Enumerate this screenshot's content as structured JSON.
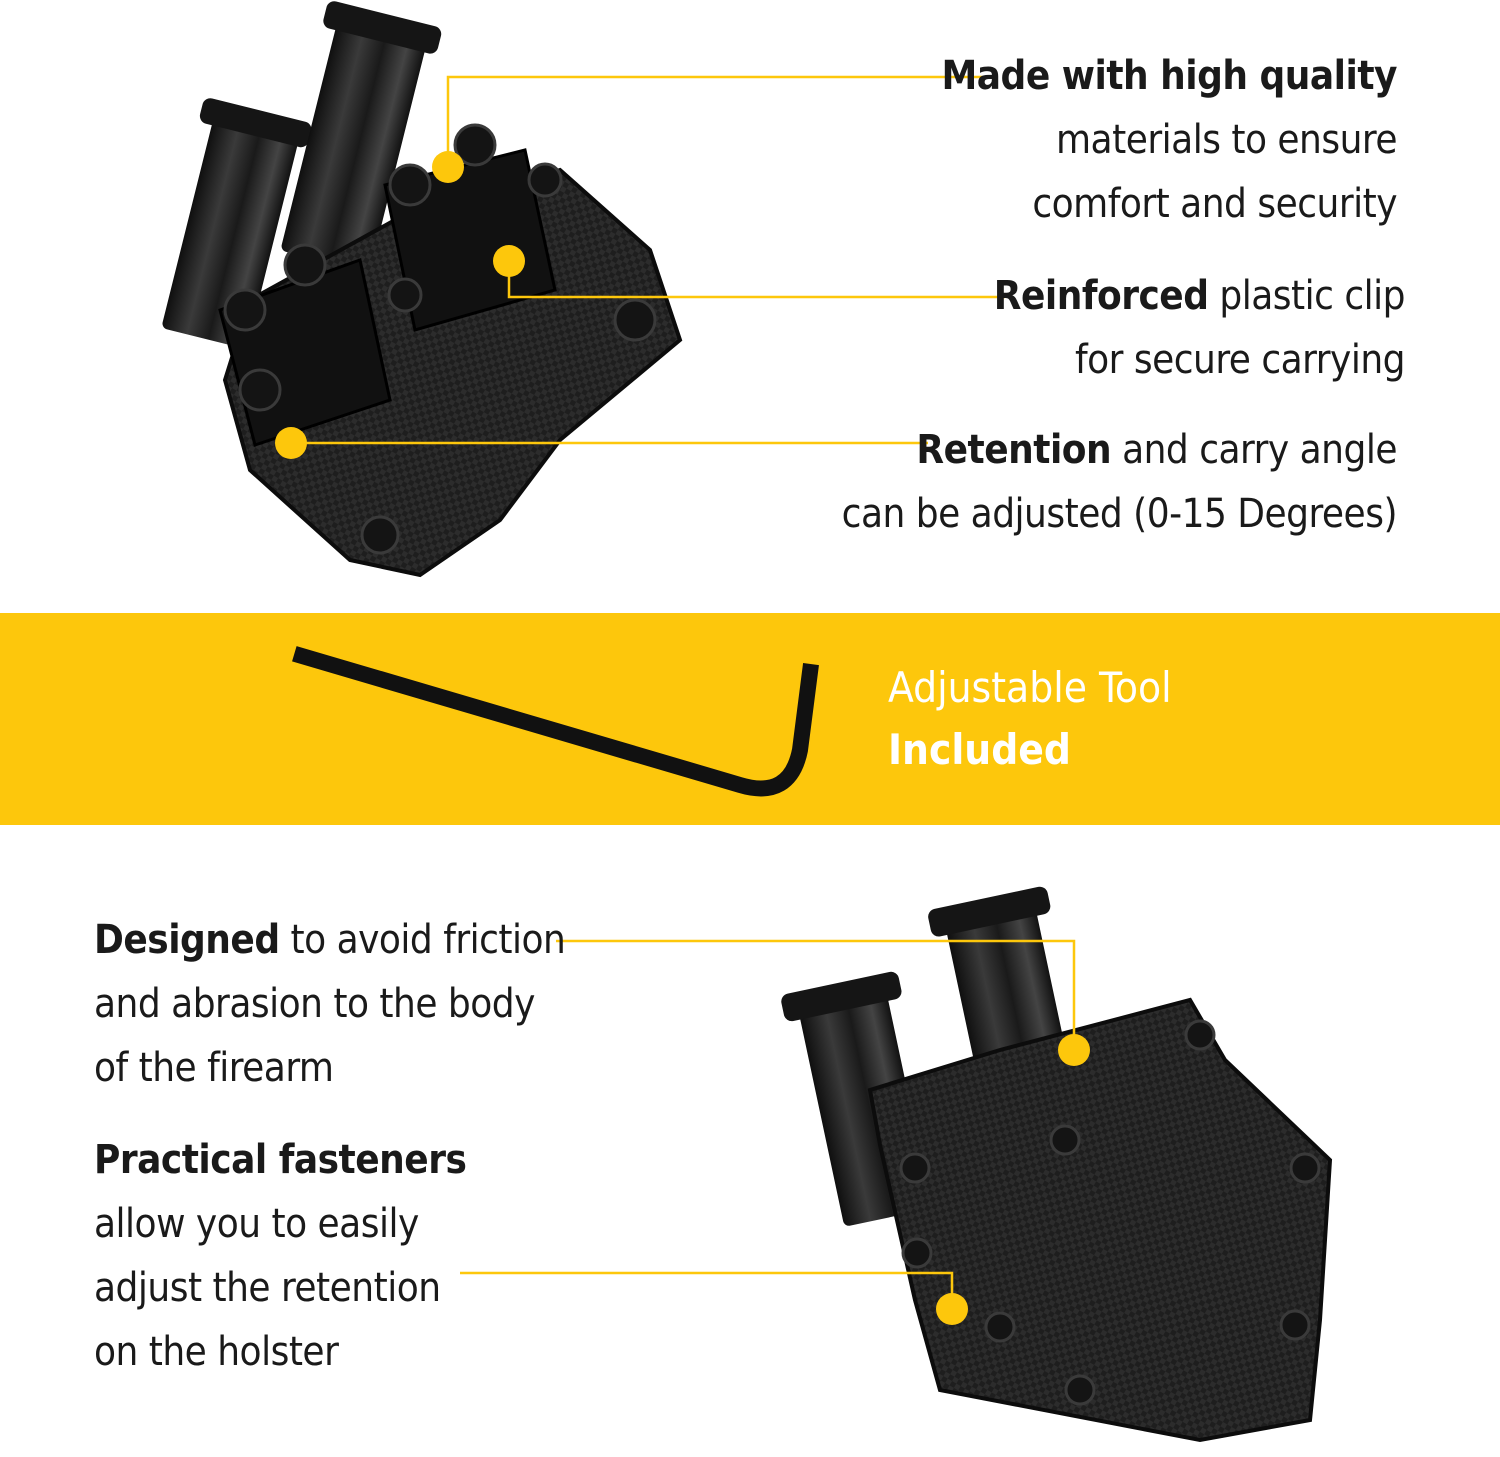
{
  "colors": {
    "accent": "#fdc70c",
    "text": "#1a1a1a",
    "band_text": "#ffffff",
    "product": "#1b1b1b"
  },
  "top_callouts": [
    {
      "strong": "Made with high quality",
      "lines": [
        "materials to ensure",
        "comfort and security"
      ]
    },
    {
      "strong": "Reinforced",
      "rest": " plastic clip",
      "lines": [
        "for secure carrying"
      ]
    },
    {
      "strong": "Retention",
      "rest": " and carry angle",
      "lines": [
        "can be adjusted (0-15 Degrees)"
      ]
    }
  ],
  "band": {
    "line1": "Adjustable Tool",
    "line2": "Included"
  },
  "bottom_callouts": [
    {
      "strong": "Designed",
      "rest": " to avoid friction",
      "lines": [
        "and abrasion to the body",
        "of the firearm"
      ]
    },
    {
      "strong": "Practical fasteners",
      "lines": [
        "allow you to easily",
        "adjust the retention",
        "on the holster"
      ]
    }
  ],
  "images": {
    "top_product": "double-magazine-holster-front",
    "tool": "allen-key-icon",
    "bottom_product": "double-magazine-holster-back"
  }
}
